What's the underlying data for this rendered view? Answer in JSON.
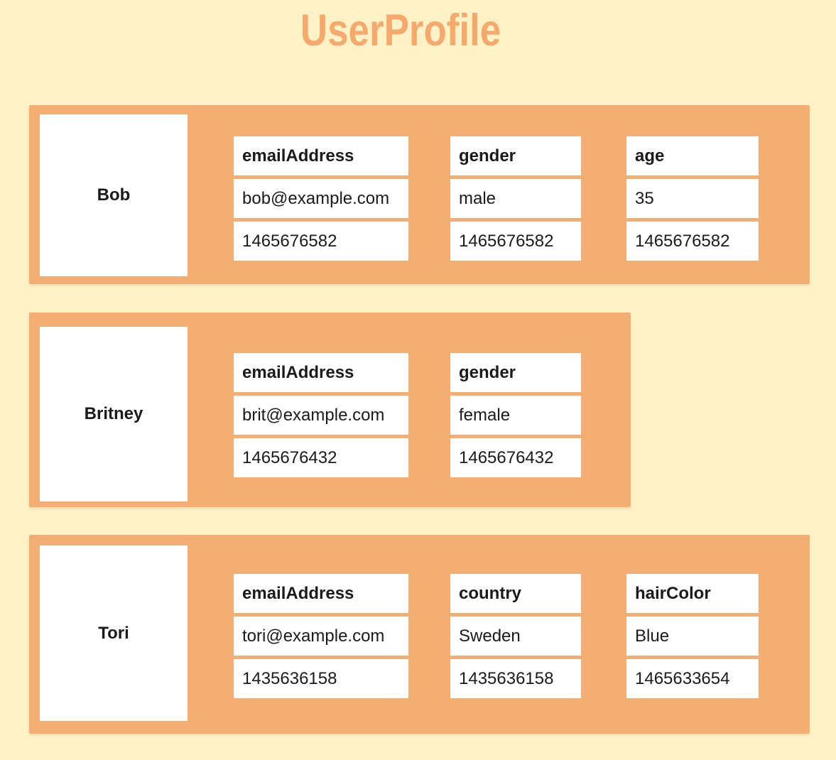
{
  "title": "UserProfile",
  "colors": {
    "background": "#FCF2C6",
    "band": "#F3AE74",
    "cell": "#FFFFFF",
    "title": "#F5A96C",
    "text": "#1A1A1A"
  },
  "rows": [
    {
      "key": "Bob",
      "columns": [
        {
          "name": "emailAddress",
          "value": "bob@example.com",
          "timestamp": "1465676582"
        },
        {
          "name": "gender",
          "value": "male",
          "timestamp": "1465676582"
        },
        {
          "name": "age",
          "value": "35",
          "timestamp": "1465676582"
        }
      ]
    },
    {
      "key": "Britney",
      "columns": [
        {
          "name": "emailAddress",
          "value": "brit@example.com",
          "timestamp": "1465676432"
        },
        {
          "name": "gender",
          "value": "female",
          "timestamp": "1465676432"
        }
      ]
    },
    {
      "key": "Tori",
      "columns": [
        {
          "name": "emailAddress",
          "value": "tori@example.com",
          "timestamp": "1435636158"
        },
        {
          "name": "country",
          "value": "Sweden",
          "timestamp": "1435636158"
        },
        {
          "name": "hairColor",
          "value": "Blue",
          "timestamp": "1465633654"
        }
      ]
    }
  ]
}
